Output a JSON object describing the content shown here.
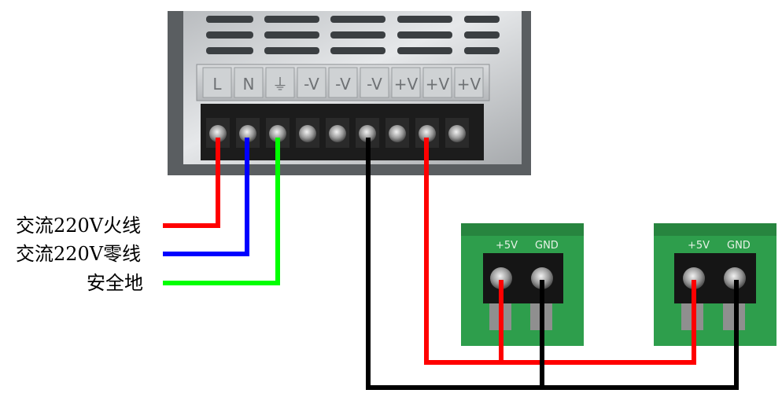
{
  "psu": {
    "terminal_labels": [
      "L",
      "N",
      "⏚",
      "-V",
      "-V",
      "-V",
      "+V",
      "+V",
      "+V"
    ]
  },
  "boards": [
    {
      "pos_label": "+5V",
      "gnd_label": "GND"
    },
    {
      "pos_label": "+5V",
      "gnd_label": "GND"
    }
  ],
  "legend": {
    "live": "交流220V火线",
    "neutral": "交流220V零线",
    "earth": "安全地"
  },
  "colors": {
    "live": "#ff0000",
    "neutral": "#0000ff",
    "earth": "#00ff00",
    "positive": "#ff0000",
    "ground": "#000000",
    "pcb": "#2e9e4c"
  }
}
